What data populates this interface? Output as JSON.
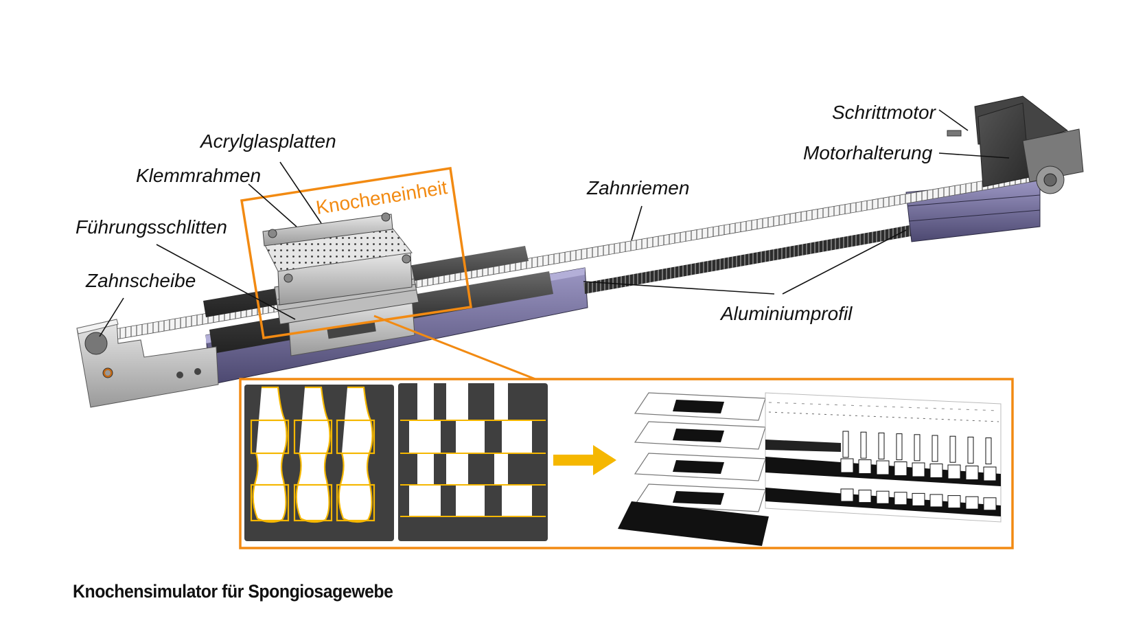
{
  "figure": {
    "caption": "Knochensimulator für Spongiosagewebe",
    "accent_color": "#f28a12",
    "highlight_color": "#f5b700"
  },
  "labels": {
    "acrylglasplatten": "Acrylglasplatten",
    "klemmrahmen": "Klemmrahmen",
    "fuehrungsschlitten": "Führungsschlitten",
    "zahnscheibe": "Zahnscheibe",
    "knocheneinheit": "Knocheneinheit",
    "zahnriemen": "Zahnriemen",
    "schrittmotor": "Schrittmotor",
    "motorhalterung": "Motorhalterung",
    "aluminiumprofil": "Aluminiumprofil"
  },
  "inset": {
    "panels": [
      "bone-outline-panel",
      "checker-pattern-panel",
      "exploded-plates-view",
      "printed-lattice-view"
    ],
    "arrow": "right-arrow"
  }
}
